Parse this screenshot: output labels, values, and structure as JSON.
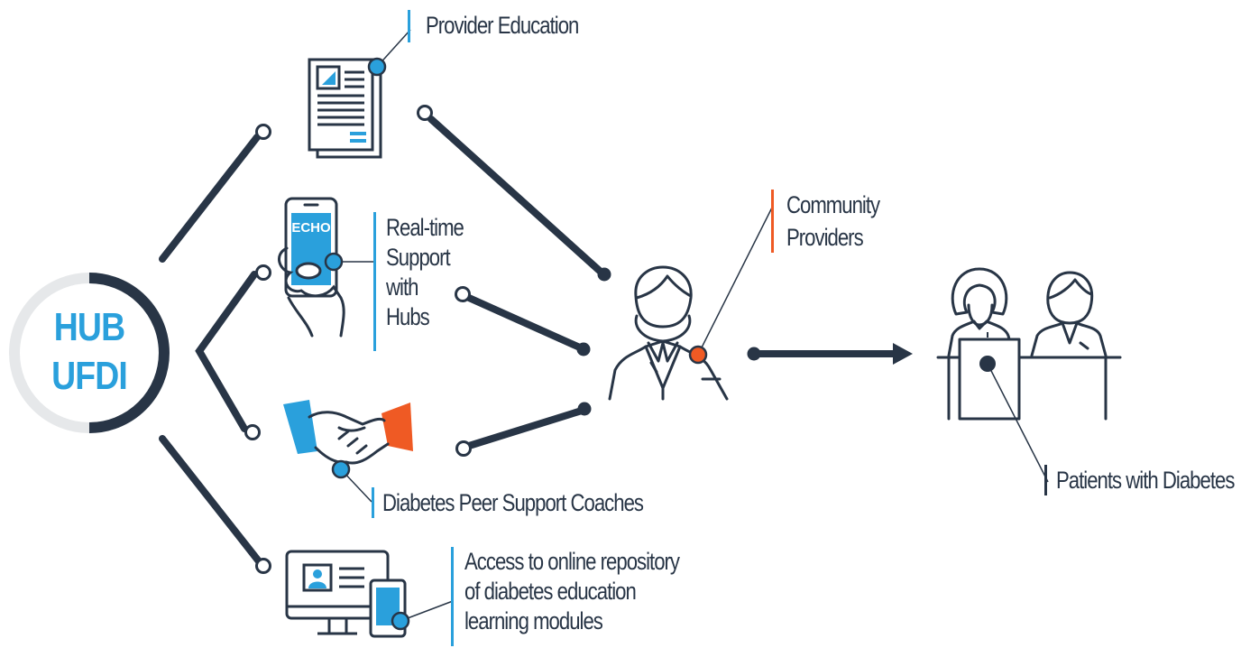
{
  "colors": {
    "navy": "#283546",
    "blue": "#2aa0dc",
    "orange": "#ef5a24",
    "gray": "#e6e8ea"
  },
  "hub": {
    "line1": "HUB",
    "line2": "UFDI"
  },
  "icons": {
    "phone_screen_text": "ECHO"
  },
  "labels": {
    "provider_education": "Provider Education",
    "real_time": [
      "Real-time",
      "Support",
      "with",
      "Hubs"
    ],
    "peer_coaches": "Diabetes Peer Support Coaches",
    "online_repo": [
      "Access to online repository",
      "of diabetes education",
      "learning modules"
    ],
    "community": [
      "Community",
      "Providers"
    ],
    "patients": "Patients with Diabetes"
  }
}
